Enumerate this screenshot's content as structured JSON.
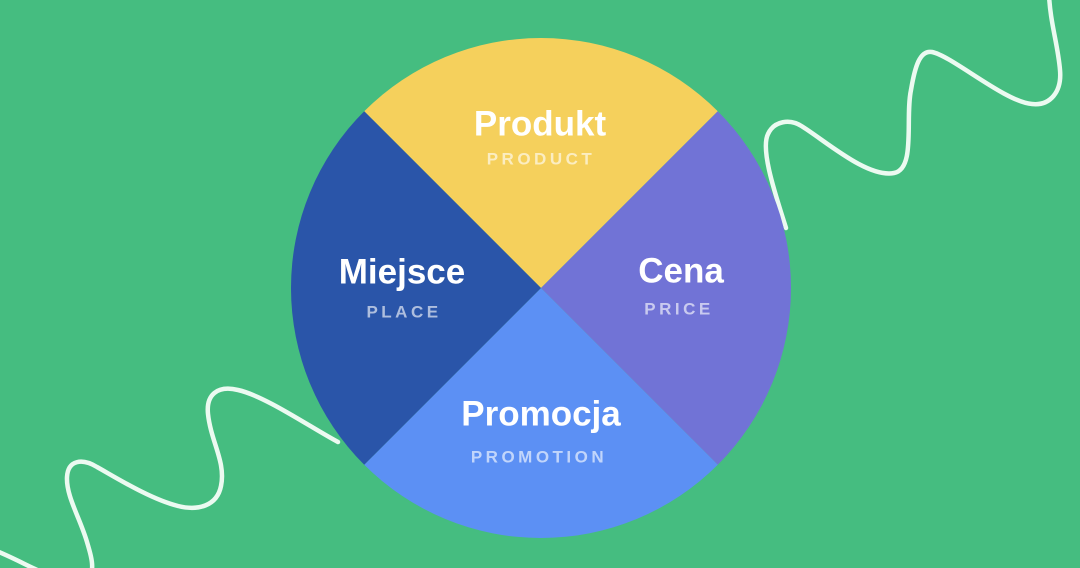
{
  "background": {
    "color": "#45bd80",
    "wave_color": "#ecfaf1"
  },
  "diagram": {
    "type": "quadrant-pie",
    "segments": [
      {
        "position": "top",
        "label": "Produkt",
        "sublabel": "PRODUCT",
        "color": "#f5d05c"
      },
      {
        "position": "right",
        "label": "Cena",
        "sublabel": "PRICE",
        "color": "#7173d6"
      },
      {
        "position": "bottom",
        "label": "Promocja",
        "sublabel": "PROMOTION",
        "color": "#5c90f4"
      },
      {
        "position": "left",
        "label": "Miejsce",
        "sublabel": "PLACE",
        "color": "#2a55a9"
      }
    ],
    "label_color": "#ffffff"
  }
}
